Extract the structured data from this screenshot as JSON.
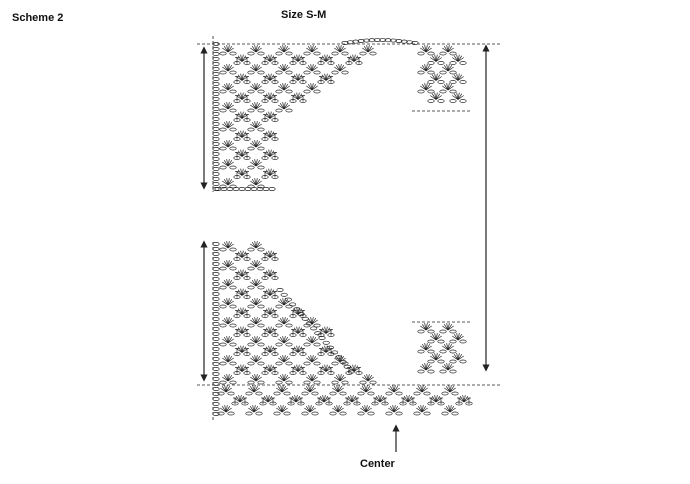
{
  "header": {
    "scheme_title": "Scheme 2",
    "size_label": "Size S-M"
  },
  "footer": {
    "center_label": "Center"
  },
  "colors": {
    "ink": "#222222",
    "background": "#ffffff"
  },
  "icons": {
    "stitch_fan": "fan-stitch-icon",
    "stitch_post": "post-stitch-icon",
    "chain_loop": "chain-loop-icon",
    "arrow": "arrow-icon"
  }
}
